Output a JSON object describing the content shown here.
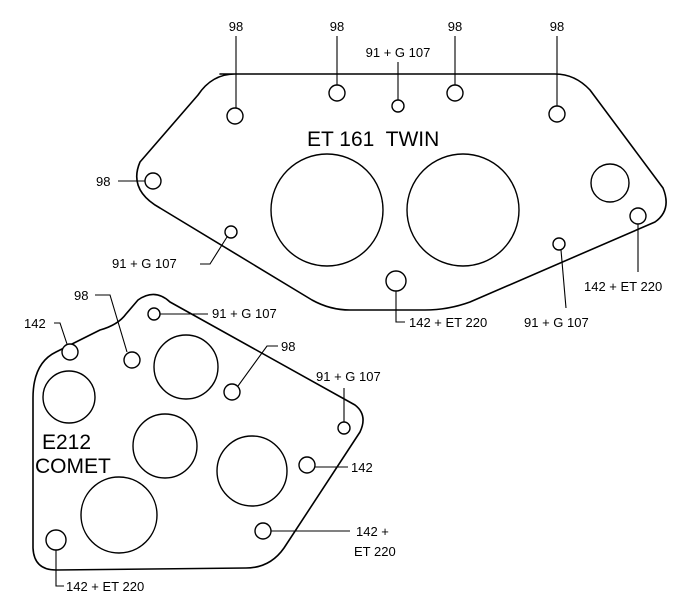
{
  "twin_plate": {
    "title": "ET 161  TWIN",
    "labels": {
      "top_1": "98",
      "top_2": "98",
      "top_3": "98",
      "top_4": "98",
      "top_center": "91 + G 107",
      "left": "98",
      "lower_left": "91 + G 107",
      "bottom_center": "142 + ET 220",
      "bottom_right": "91 + G 107",
      "right": "142 + ET 220"
    }
  },
  "comet_plate": {
    "title_line1": "E212",
    "title_line2": "COMET",
    "labels": {
      "top_left_142": "142",
      "top_98": "98",
      "top_right_g107": "91 + G 107",
      "mid_98": "98",
      "right_g107": "91 + G 107",
      "right_142": "142",
      "right_et220_line1": "142 +",
      "right_et220_line2": "ET 220",
      "bottom_left": "142 + ET 220"
    }
  }
}
